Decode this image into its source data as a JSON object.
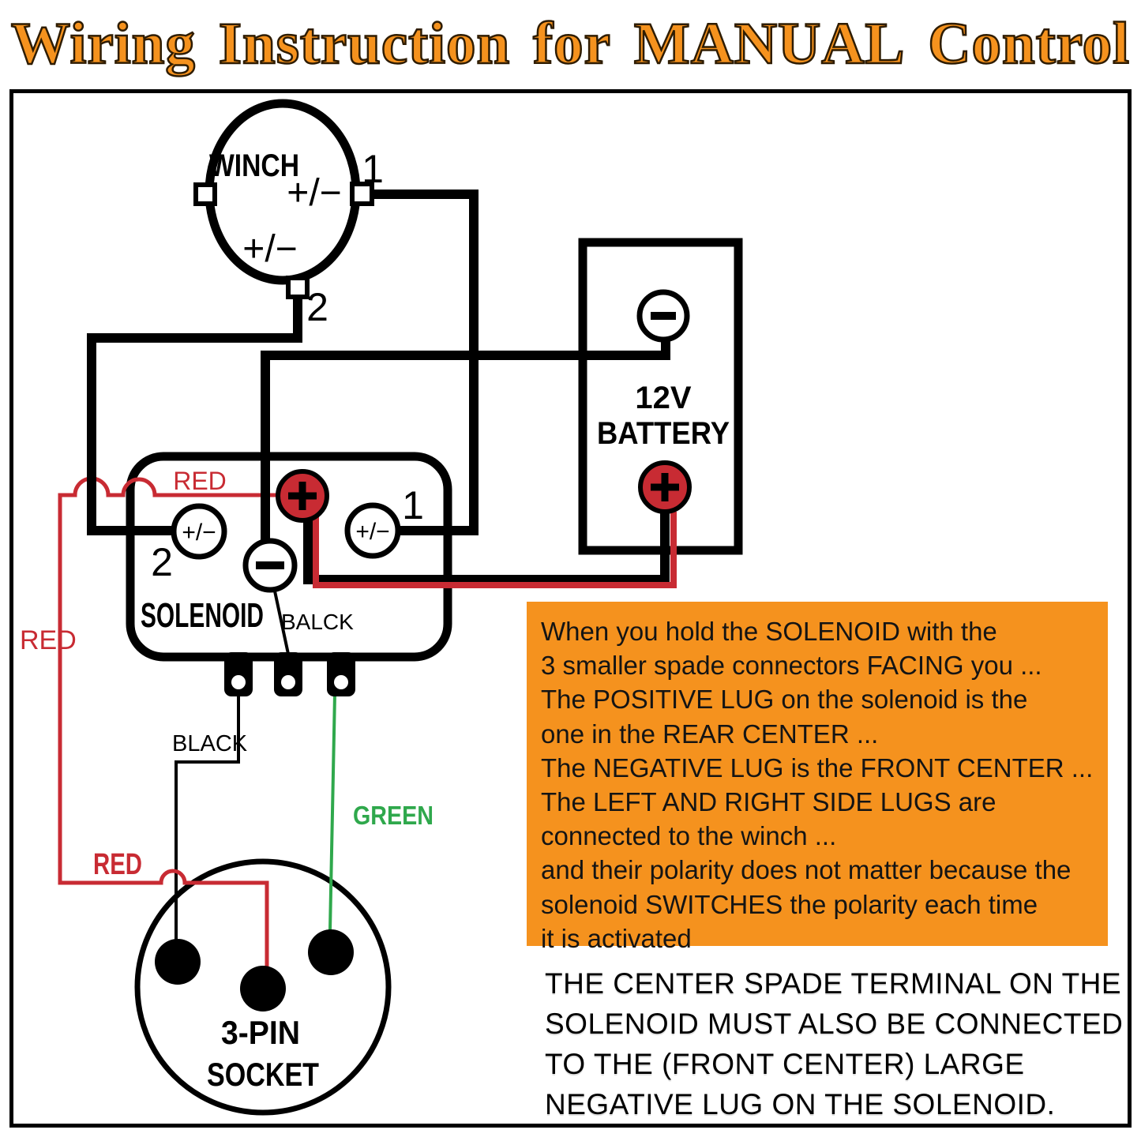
{
  "title": {
    "words": [
      "Wiring",
      "Instruction",
      "for",
      "MANUAL",
      "Control"
    ]
  },
  "winch": {
    "label": "WINCH",
    "polarity_right": "+/−",
    "polarity_bottom": "+/−",
    "terminal1": "1",
    "terminal2": "2"
  },
  "battery": {
    "volts": "12V",
    "label": "BATTERY",
    "minus": "−",
    "plus": "+"
  },
  "solenoid": {
    "label": "SOLENOID",
    "red_wire_label": "RED",
    "balck_label": "BALCK",
    "terminal1": "1",
    "terminal2": "2",
    "polarity1": "+/−",
    "polarity2": "+/−",
    "plus": "+",
    "minus": "−"
  },
  "wire_labels": {
    "red_left": "RED",
    "red_lower": "RED",
    "black": "BLACK",
    "green": "GREEN"
  },
  "socket": {
    "line1": "3-PIN",
    "line2": "SOCKET"
  },
  "orange_box": {
    "lines": [
      "When you hold the SOLENOID with the",
      "3 smaller spade connectors FACING you ...",
      "The POSITIVE LUG on the solenoid is the",
      "one in the REAR CENTER ...",
      "The NEGATIVE LUG is the FRONT CENTER ...",
      "The LEFT AND RIGHT SIDE LUGS are",
      "connected to the winch ...",
      "and their polarity does not matter because the",
      "solenoid SWITCHES the polarity each time",
      "it is activated"
    ]
  },
  "bottom_note": {
    "lines": [
      "THE CENTER SPADE TERMINAL ON THE",
      "SOLENOID MUST ALSO BE CONNECTED",
      "TO THE (FRONT CENTER) LARGE",
      "NEGATIVE LUG ON THE SOLENOID."
    ]
  },
  "colors": {
    "red": "#C82B33",
    "green": "#2FA84C",
    "orange": "#F5921E"
  }
}
